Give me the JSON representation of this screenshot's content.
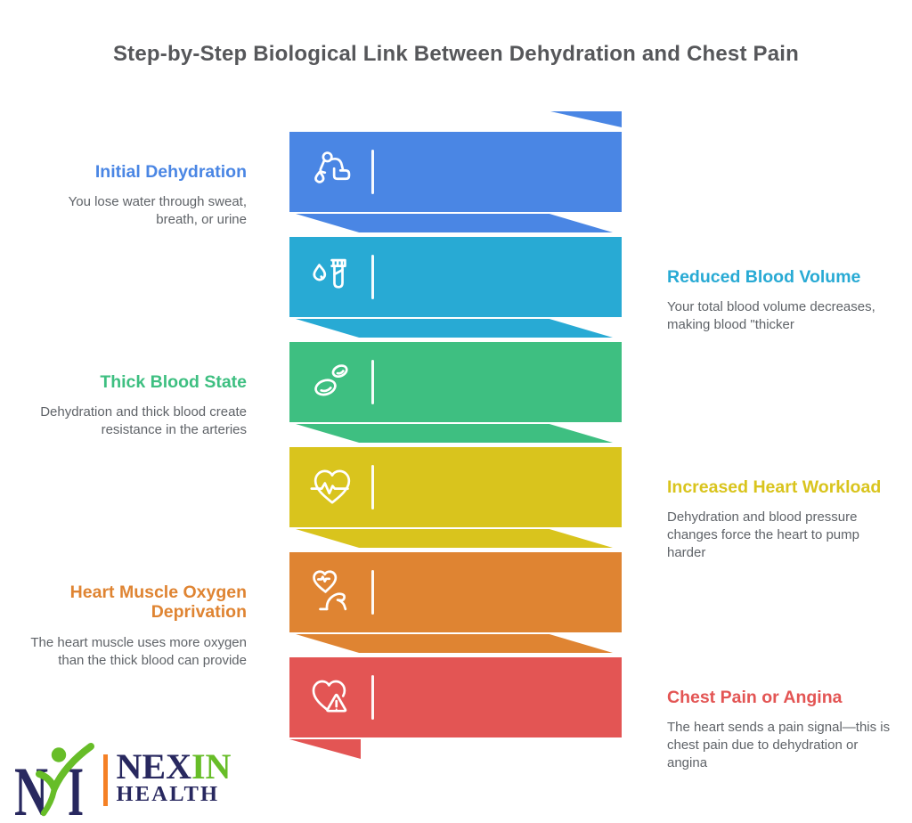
{
  "title": "Step-by-Step Biological Link Between Dehydration and Chest Pain",
  "steps": [
    {
      "title": "Initial Dehydration",
      "description": "You lose water through sweat, breath, or urine",
      "color": "#4a86e4",
      "icon": "sweating-person-icon"
    },
    {
      "title": "Reduced Blood Volume",
      "description": "Your total blood volume decreases, making blood \"thicker",
      "color": "#28aad4",
      "icon": "blood-drop-test-tube-icon"
    },
    {
      "title": "Thick Blood State",
      "description": "Dehydration and thick blood create resistance in the arteries",
      "color": "#3ebf81",
      "icon": "red-blood-cells-icon"
    },
    {
      "title": "Increased Heart Workload",
      "description": "Dehydration and blood pressure changes force the heart to pump harder",
      "color": "#d9c41d",
      "icon": "heart-ecg-icon"
    },
    {
      "title": "Heart Muscle Oxygen Deprivation",
      "description": "The heart muscle uses more oxygen than the thick blood can provide",
      "color": "#df8432",
      "icon": "heart-muscle-icon"
    },
    {
      "title": "Chest Pain or Angina",
      "description": "The heart sends a pain signal—this is chest pain due to dehydration or angina",
      "color": "#e35554",
      "icon": "heart-warning-icon"
    }
  ],
  "logo": {
    "mark_n": "N",
    "mark_i": "I",
    "name_primary": "NEX",
    "name_accent": "IN",
    "name_secondary": "HEALTH",
    "colors": {
      "navy": "#28285f",
      "green": "#67bd28",
      "orange": "#f58025"
    }
  },
  "styles": {
    "title_color": "#56575a",
    "body_text_color": "#5f6368"
  }
}
